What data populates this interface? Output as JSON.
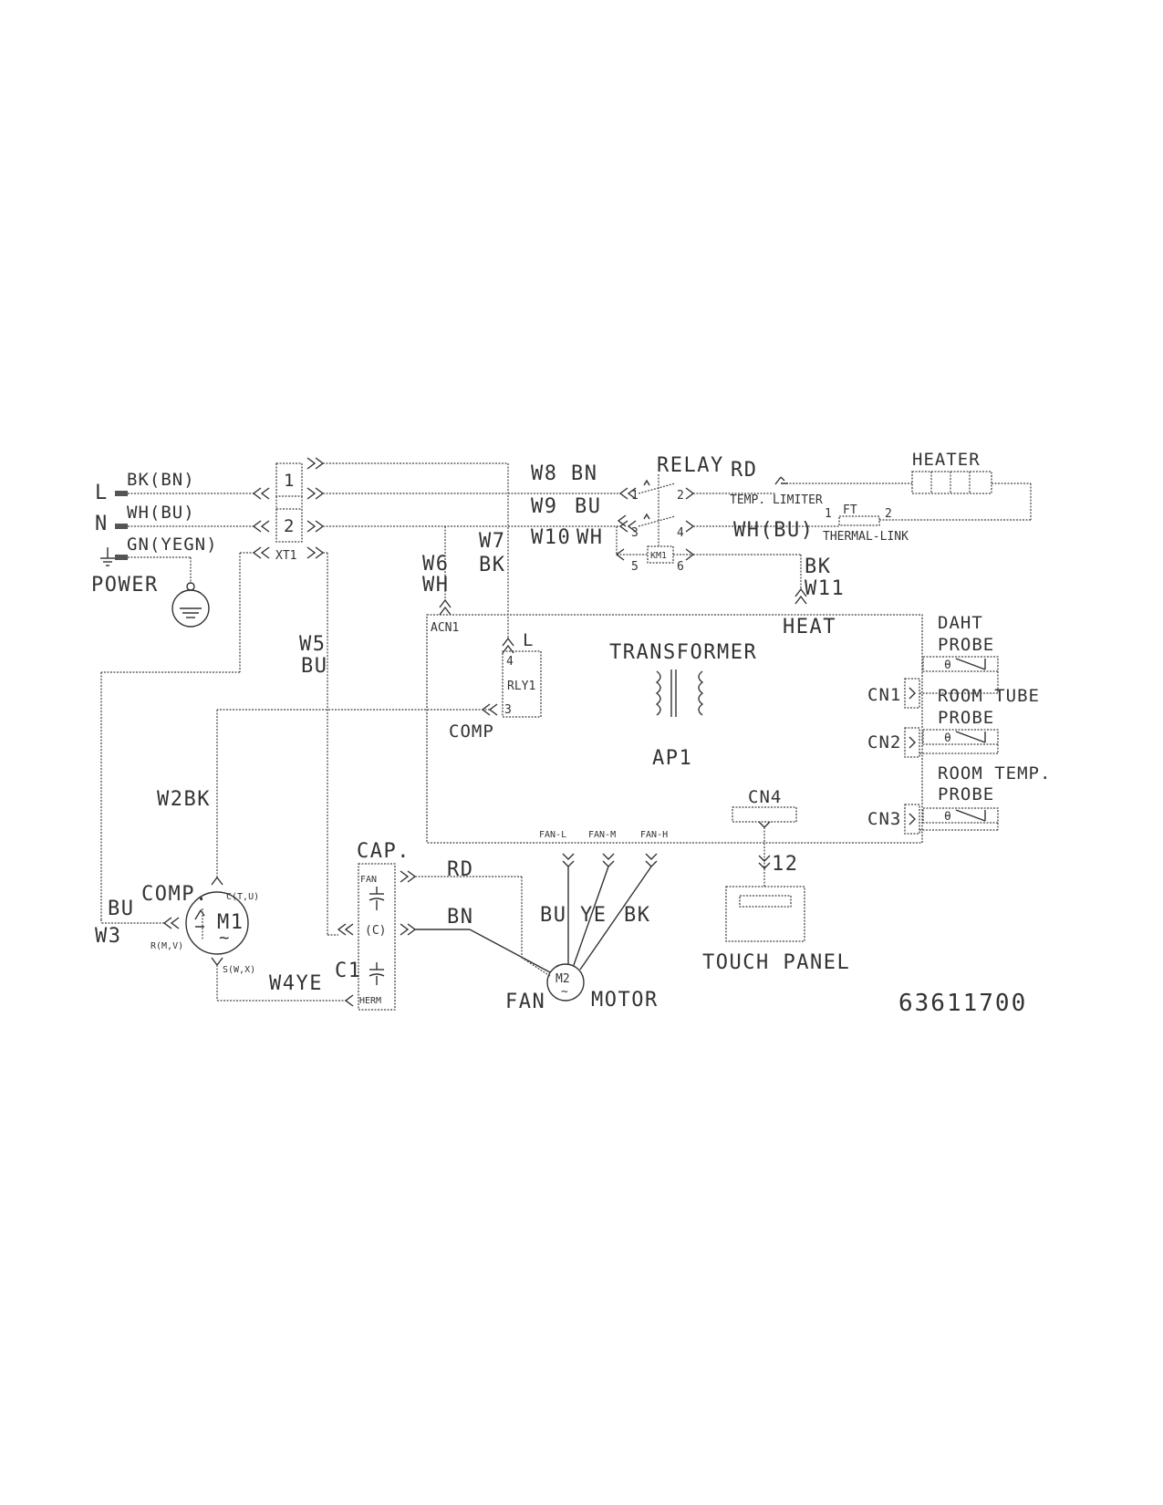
{
  "power": {
    "l": "L",
    "n": "N",
    "bk_bn": "BK(BN)",
    "wh_bu": "WH(BU)",
    "gn_yegn": "GN(YEGN)",
    "power": "POWER"
  },
  "terminal": {
    "pin1": "1",
    "pin2": "2",
    "name": "XT1"
  },
  "relay": {
    "title": "RELAY",
    "pin1": "1",
    "pin2": "2",
    "pin3": "3",
    "pin4": "4",
    "pin5": "5",
    "pin6": "6",
    "coil": "KM1"
  },
  "wires": {
    "w8": "W8",
    "w8_color": "BN",
    "w9": "W9",
    "w9_color": "BU",
    "w10": "W10",
    "w10_color": "WH",
    "rd": "RD",
    "wh_bu": "WH(BU)",
    "w6": "W6",
    "w6_color": "WH",
    "w7": "W7",
    "w7_color": "BK",
    "bk": "BK",
    "w11": "W11",
    "w5": "W5",
    "w5_color": "BU",
    "w2bk": "W2BK",
    "bu": "BU",
    "w3": "W3",
    "w4ye": "W4YE",
    "rd_fan": "RD",
    "bn_fan": "BN",
    "bu_fan": "BU",
    "ye_fan": "YE",
    "bk_fan": "BK",
    "num12": "12"
  },
  "heater": {
    "title": "HEATER",
    "limiter": "TEMP. LIMITER",
    "ft": "FT",
    "ft_pin1": "1",
    "ft_pin2": "2",
    "thermal_link": "THERMAL-LINK"
  },
  "board": {
    "acn1": "ACN1",
    "l": "L",
    "heat": "HEAT",
    "rly1": "RLY1",
    "rly_pin4": "4",
    "rly_pin3": "3",
    "comp": "COMP",
    "transformer": "TRANSFORMER",
    "ap1": "AP1",
    "cn1": "CN1",
    "cn2": "CN2",
    "cn3": "CN3",
    "cn4": "CN4",
    "fan_l": "FAN-L",
    "fan_m": "FAN-M",
    "fan_h": "FAN-H"
  },
  "probes": {
    "daht": "DAHT",
    "daht_probe": "PROBE",
    "room_tube": "ROOM TUBE",
    "room_tube_probe": "PROBE",
    "room_temp": "ROOM TEMP.",
    "room_temp_probe": "PROBE",
    "theta": "θ"
  },
  "compressor": {
    "label": "COMP.",
    "motor": "M1",
    "tilde": "~",
    "c_term": "C(T,U)",
    "r_term": "R(M,V)",
    "s_term": "S(W,X)"
  },
  "capacitor": {
    "cap": "CAP.",
    "fan": "FAN",
    "c": "(C)",
    "herm": "HERM",
    "c1": "C1"
  },
  "fan_motor": {
    "fan": "FAN",
    "motor": "MOTOR",
    "m2": "M2",
    "tilde": "~"
  },
  "touch_panel": {
    "label": "TOUCH PANEL"
  },
  "part_number": "63611700"
}
